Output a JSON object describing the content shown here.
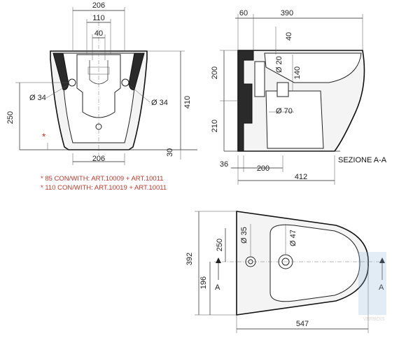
{
  "front_view": {
    "dims": {
      "top_width": "206",
      "inner_width": "110",
      "center_width": "40",
      "height_left": "250",
      "height_right": "410",
      "hole_left": "Ø 34",
      "hole_right": "Ø 34",
      "base_width": "206",
      "base_offset": "30"
    },
    "star": "*"
  },
  "side_view": {
    "dims": {
      "top_left": "60",
      "top_right": "390",
      "inlet": "40",
      "h_top": "200",
      "pipe_20": "Ø 20",
      "h_140": "140",
      "pipe_70": "Ø 70",
      "h_bottom": "210",
      "base_left": "36",
      "base_mid": "200",
      "total_depth": "412"
    },
    "section_label": "SEZIONE A-A"
  },
  "notes": [
    "* 85  CON/WITH: ART.10009 + ART.10011",
    "* 110 CON/WITH: ART.10019 + ART.10011"
  ],
  "top_view": {
    "dims": {
      "total_width": "392",
      "y_250": "250",
      "y_196": "196",
      "hole_35": "Ø 35",
      "hole_47": "Ø 47",
      "length": "547"
    },
    "section_marker_left": "A",
    "section_marker_right": "A"
  },
  "watermark": "VERBOIS"
}
